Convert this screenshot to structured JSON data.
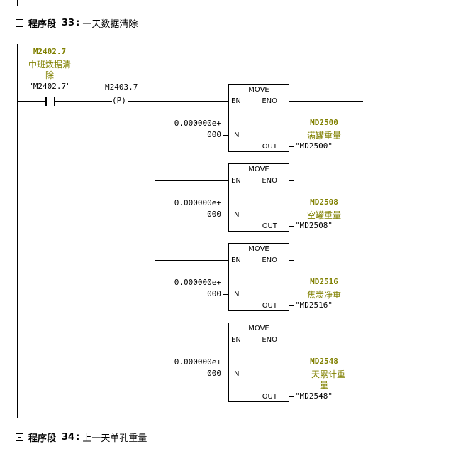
{
  "segment33": {
    "label": "程序段",
    "number": "33",
    "sep": ":",
    "title": "一天数据清除"
  },
  "segment34": {
    "label": "程序段",
    "number": "34",
    "sep": ":",
    "title": "上一天单孔重量"
  },
  "contact": {
    "address": "M2402.7",
    "comment_line1": "中班数据清",
    "comment_line2": "除",
    "operand": "\"M2402.7\""
  },
  "pcoil": {
    "operand": "M2403.7",
    "symbol": "(P)"
  },
  "move_blocks": [
    {
      "title": "MOVE",
      "en": "EN",
      "eno": "ENO",
      "in": "IN",
      "out": "OUT",
      "in_value_line1": "0.000000e+",
      "in_value_line2": "000",
      "out_address": "MD2500",
      "out_comment_line1": "满罐重量",
      "out_comment_line2": "",
      "out_operand": "\"MD2500\""
    },
    {
      "title": "MOVE",
      "en": "EN",
      "eno": "ENO",
      "in": "IN",
      "out": "OUT",
      "in_value_line1": "0.000000e+",
      "in_value_line2": "000",
      "out_address": "MD2508",
      "out_comment_line1": "空罐重量",
      "out_comment_line2": "",
      "out_operand": "\"MD2508\""
    },
    {
      "title": "MOVE",
      "en": "EN",
      "eno": "ENO",
      "in": "IN",
      "out": "OUT",
      "in_value_line1": "0.000000e+",
      "in_value_line2": "000",
      "out_address": "MD2516",
      "out_comment_line1": "焦炭净重",
      "out_comment_line2": "",
      "out_operand": "\"MD2516\""
    },
    {
      "title": "MOVE",
      "en": "EN",
      "eno": "ENO",
      "in": "IN",
      "out": "OUT",
      "in_value_line1": "0.000000e+",
      "in_value_line2": "000",
      "out_address": "MD2548",
      "out_comment_line1": "一天累计重",
      "out_comment_line2": "量",
      "out_operand": "\"MD2548\""
    }
  ]
}
